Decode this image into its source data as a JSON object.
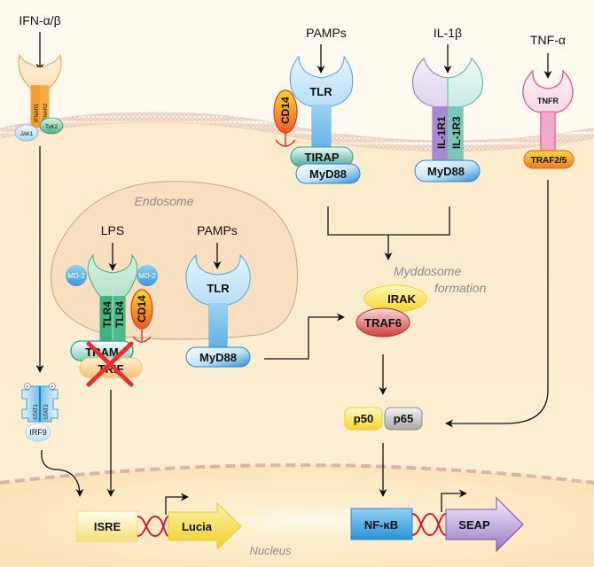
{
  "diagram": {
    "title": "Innate immune signaling pathways to ISRE-Lucia and NF-kB-SEAP reporters",
    "colors": {
      "background": "#fffaf0",
      "cytoplasm": "#fdebc8",
      "membrane": "#e9c9bf",
      "tlr_blue": "#7ec3ec",
      "tlr4_green": "#3fb37f",
      "il1r1_purple": "#a98fd0",
      "il1r3_teal": "#6fbfb0",
      "tnfr_pink": "#e3428f",
      "ifnar_orange": "#f4a23b",
      "cd14_gradient_top": "#f9d227",
      "cd14_gradient_bottom": "#e8491f",
      "inhibition_cross": "#e5312f",
      "isre_yellow": "#fbe98a",
      "lucia_yellow": "#f7df4d",
      "nfkb_blue": "#3aa0db",
      "seap_purple": "#8c62b8",
      "dna_red": "#cc1f3a"
    },
    "ligands": {
      "ifn": "IFN-α/β",
      "pamps_surface": "PAMPs",
      "il1b": "IL-1β",
      "tnfa": "TNF-α",
      "lps": "LPS",
      "pamps_endosome": "PAMPs"
    },
    "receptors": {
      "ifnar1": "IFNAR1",
      "ifnar2": "IFNAR2",
      "jak1": "JAK1",
      "tyk2": "TyK2",
      "tlr_surface": "TLR",
      "cd14_surface": "CD14",
      "tirap": "TIRAP",
      "myd88_tlr": "MyD88",
      "il1r1": "IL-1R1",
      "il1r3": "IL-1R3",
      "myd88_il1r": "MyD88",
      "tnfr": "TNFR",
      "traf25": "TRAF2/5",
      "md2_left": "MD-2",
      "md2_right": "MD-2",
      "tlr4_left": "TLR4",
      "tlr4_right": "TLR4",
      "cd14_endosome": "CD14",
      "tram": "TRAM",
      "trif": "TRIF",
      "tlr_endosome": "TLR",
      "myd88_endosome": "MyD88"
    },
    "compartments": {
      "endosome": "Endosome",
      "nucleus": "Nucleus",
      "myddosome_line1": "Myddosome",
      "myddosome_line2": "formation"
    },
    "signaling": {
      "irak": "IRAK",
      "traf6": "TRAF6",
      "p50": "p50",
      "p65": "p65",
      "stat1": "STAT1",
      "stat2": "STAT2",
      "irf9": "IRF9",
      "phospho": "P"
    },
    "reporters": {
      "isre": "ISRE",
      "lucia": "Lucia",
      "nfkb": "NF-κB",
      "seap": "SEAP"
    },
    "inhibited_adaptors": [
      "TRAM",
      "TRIF"
    ]
  }
}
